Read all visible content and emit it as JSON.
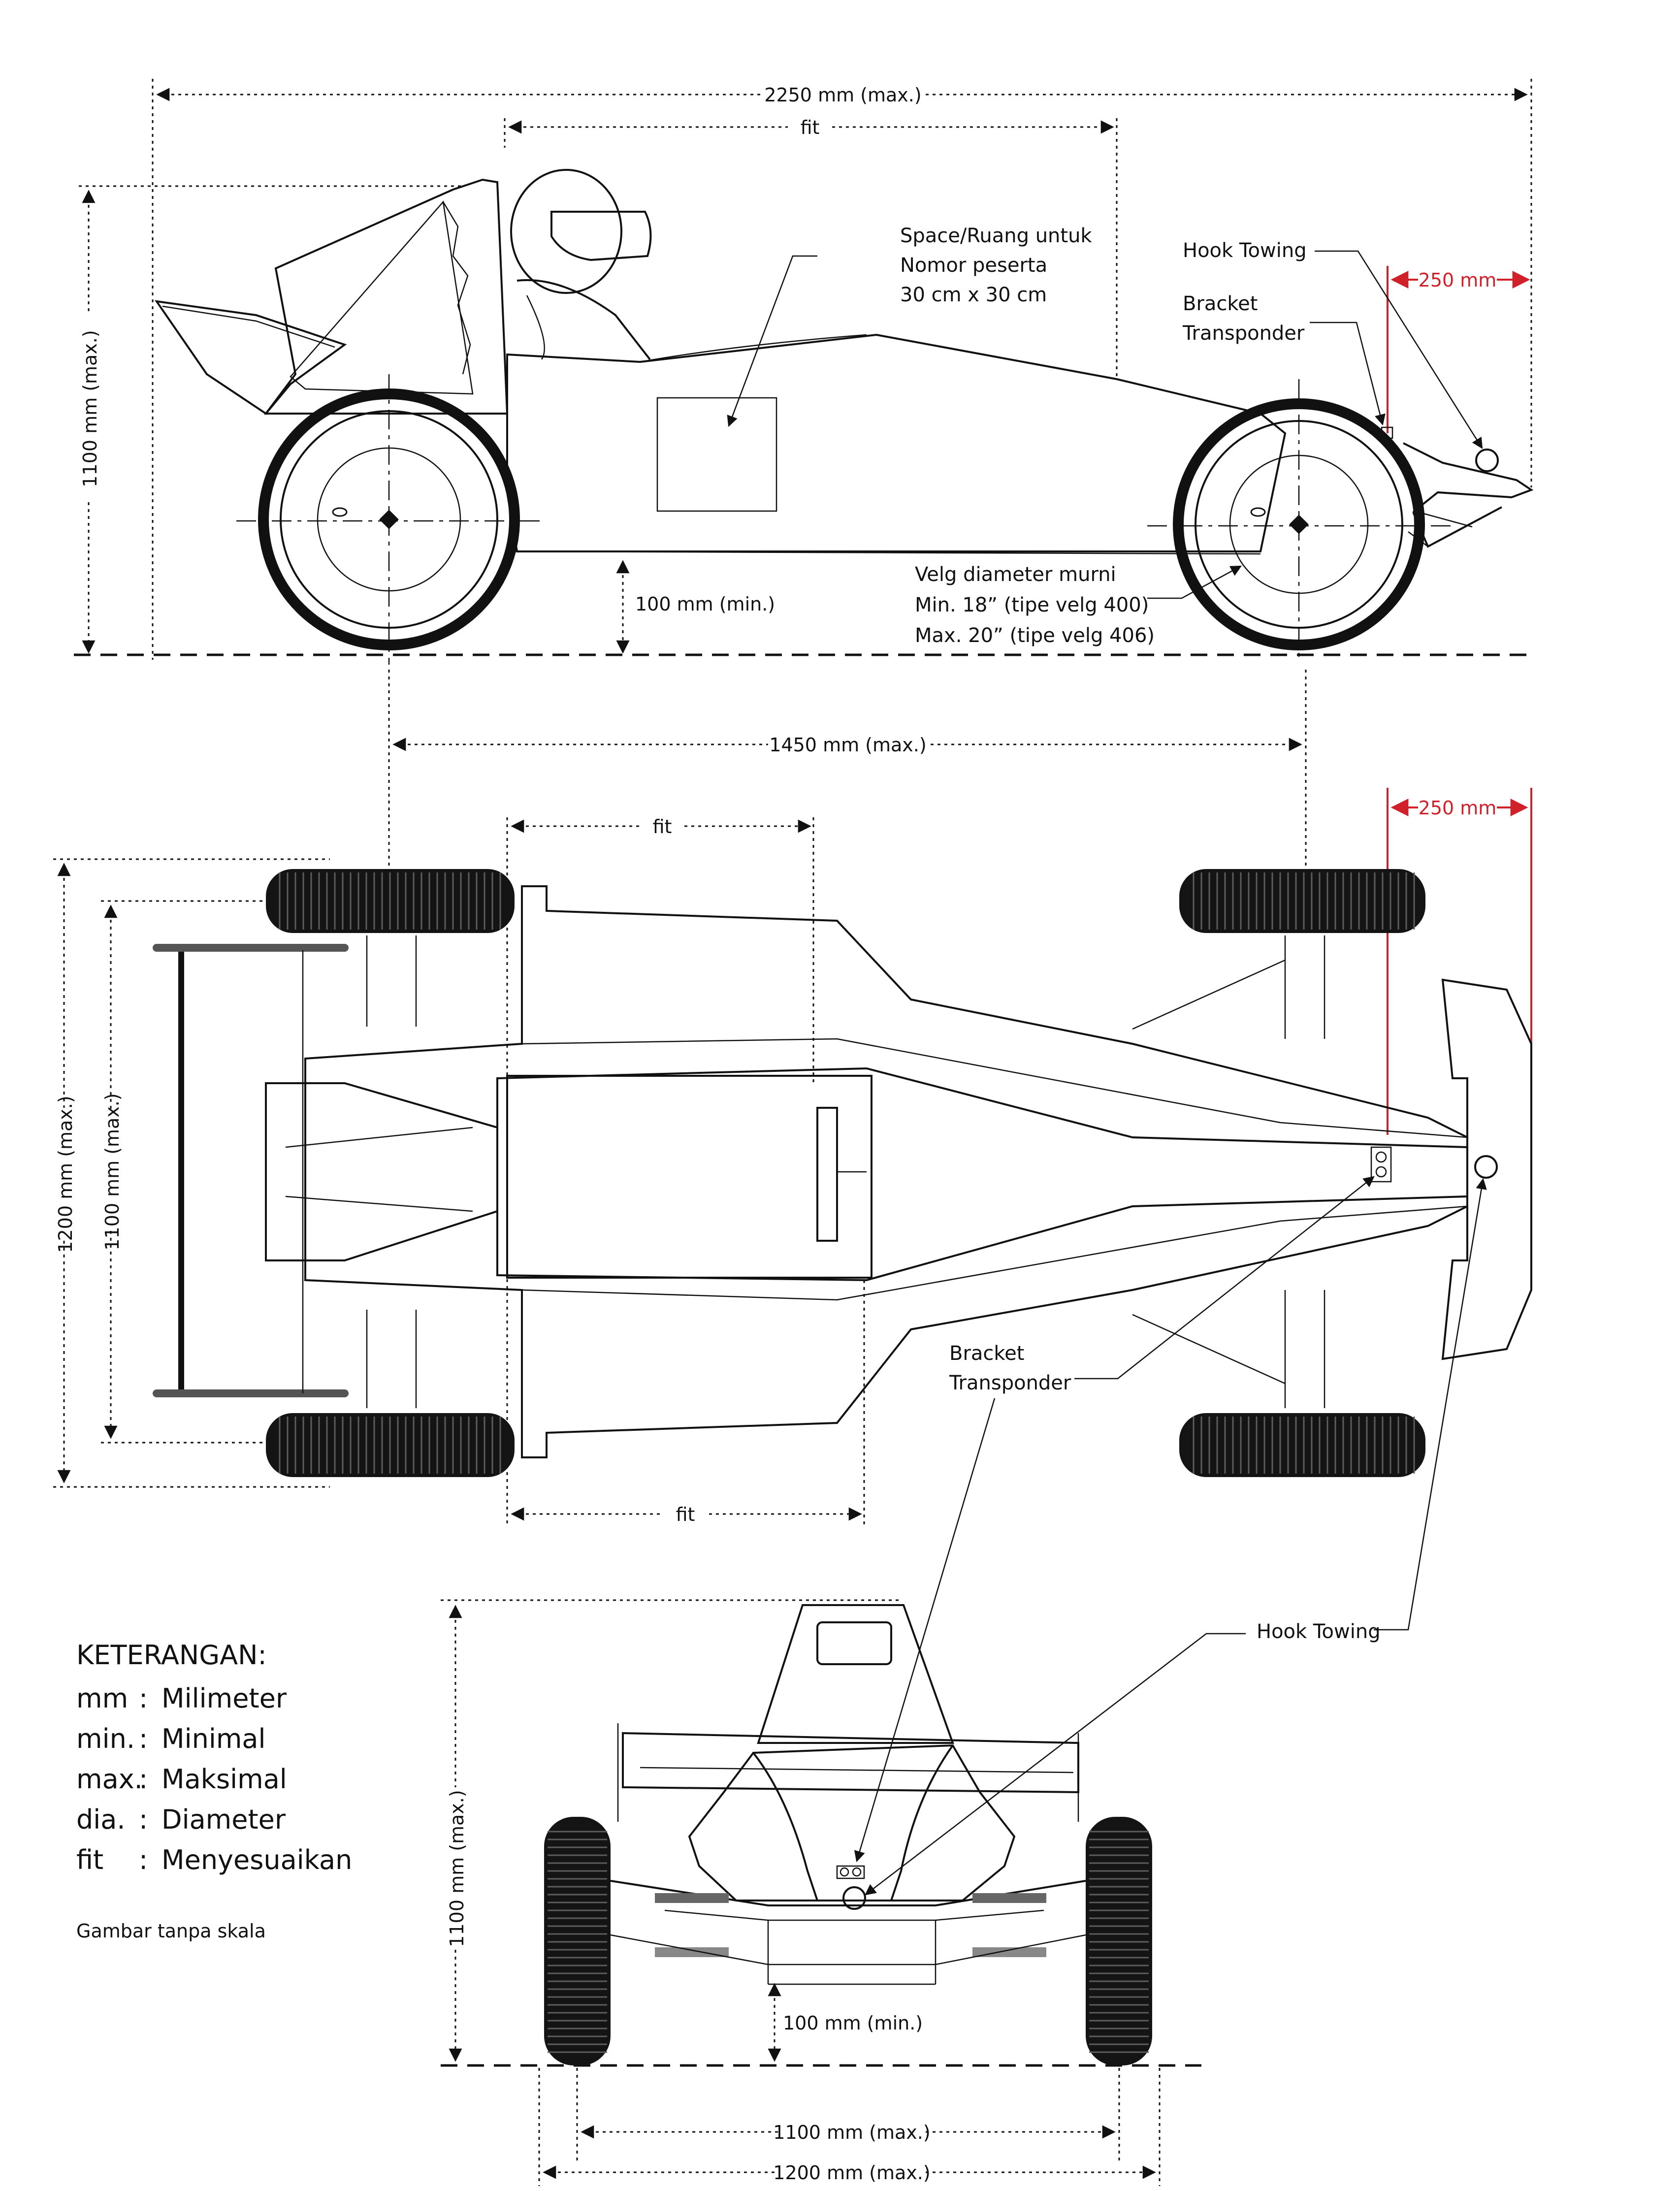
{
  "side_view": {
    "overall_length": "2250 mm (max.)",
    "fit": "fit",
    "height": "1100 mm (max.)",
    "rear_overhang": "250 mm",
    "ground_clearance": "100 mm (min.)",
    "number_space": [
      "Space/Ruang untuk",
      "Nomor peserta",
      "30 cm x 30 cm"
    ],
    "hook_towing": "Hook Towing",
    "bracket_transponder": [
      "Bracket",
      "Transponder"
    ],
    "rim": [
      "Velg diameter murni",
      "Min. 18” (tipe velg 400)",
      "Max. 20” (tipe velg 406)"
    ]
  },
  "top_view": {
    "wheelbase": "1450 mm (max.)",
    "rear_overhang": "250 mm",
    "fit_top": "fit",
    "fit_bottom": "fit",
    "width_outer": "1200 mm (max.)",
    "width_inner": "1100 mm (max.)",
    "bracket_transponder": [
      "Bracket",
      "Transponder"
    ]
  },
  "front_view": {
    "hook_towing": "Hook Towing",
    "height": "1100 mm (max.)",
    "ground_clearance": "100 mm (min.)",
    "track_inner": "1100 mm (max.)",
    "track_outer": "1200 mm (max.)"
  },
  "legend": {
    "title": "KETERANGAN:",
    "rows": [
      {
        "abbr": "mm",
        "meaning": "Milimeter"
      },
      {
        "abbr": "min.",
        "meaning": "Minimal"
      },
      {
        "abbr": "max.",
        "meaning": "Maksimal"
      },
      {
        "abbr": "dia.",
        "meaning": "Diameter"
      },
      {
        "abbr": "fit",
        "meaning": "Menyesuaikan"
      }
    ],
    "footnote": "Gambar tanpa skala"
  },
  "colors": {
    "line": "#111111",
    "accent": "#d0202a",
    "tire": "#141414"
  }
}
